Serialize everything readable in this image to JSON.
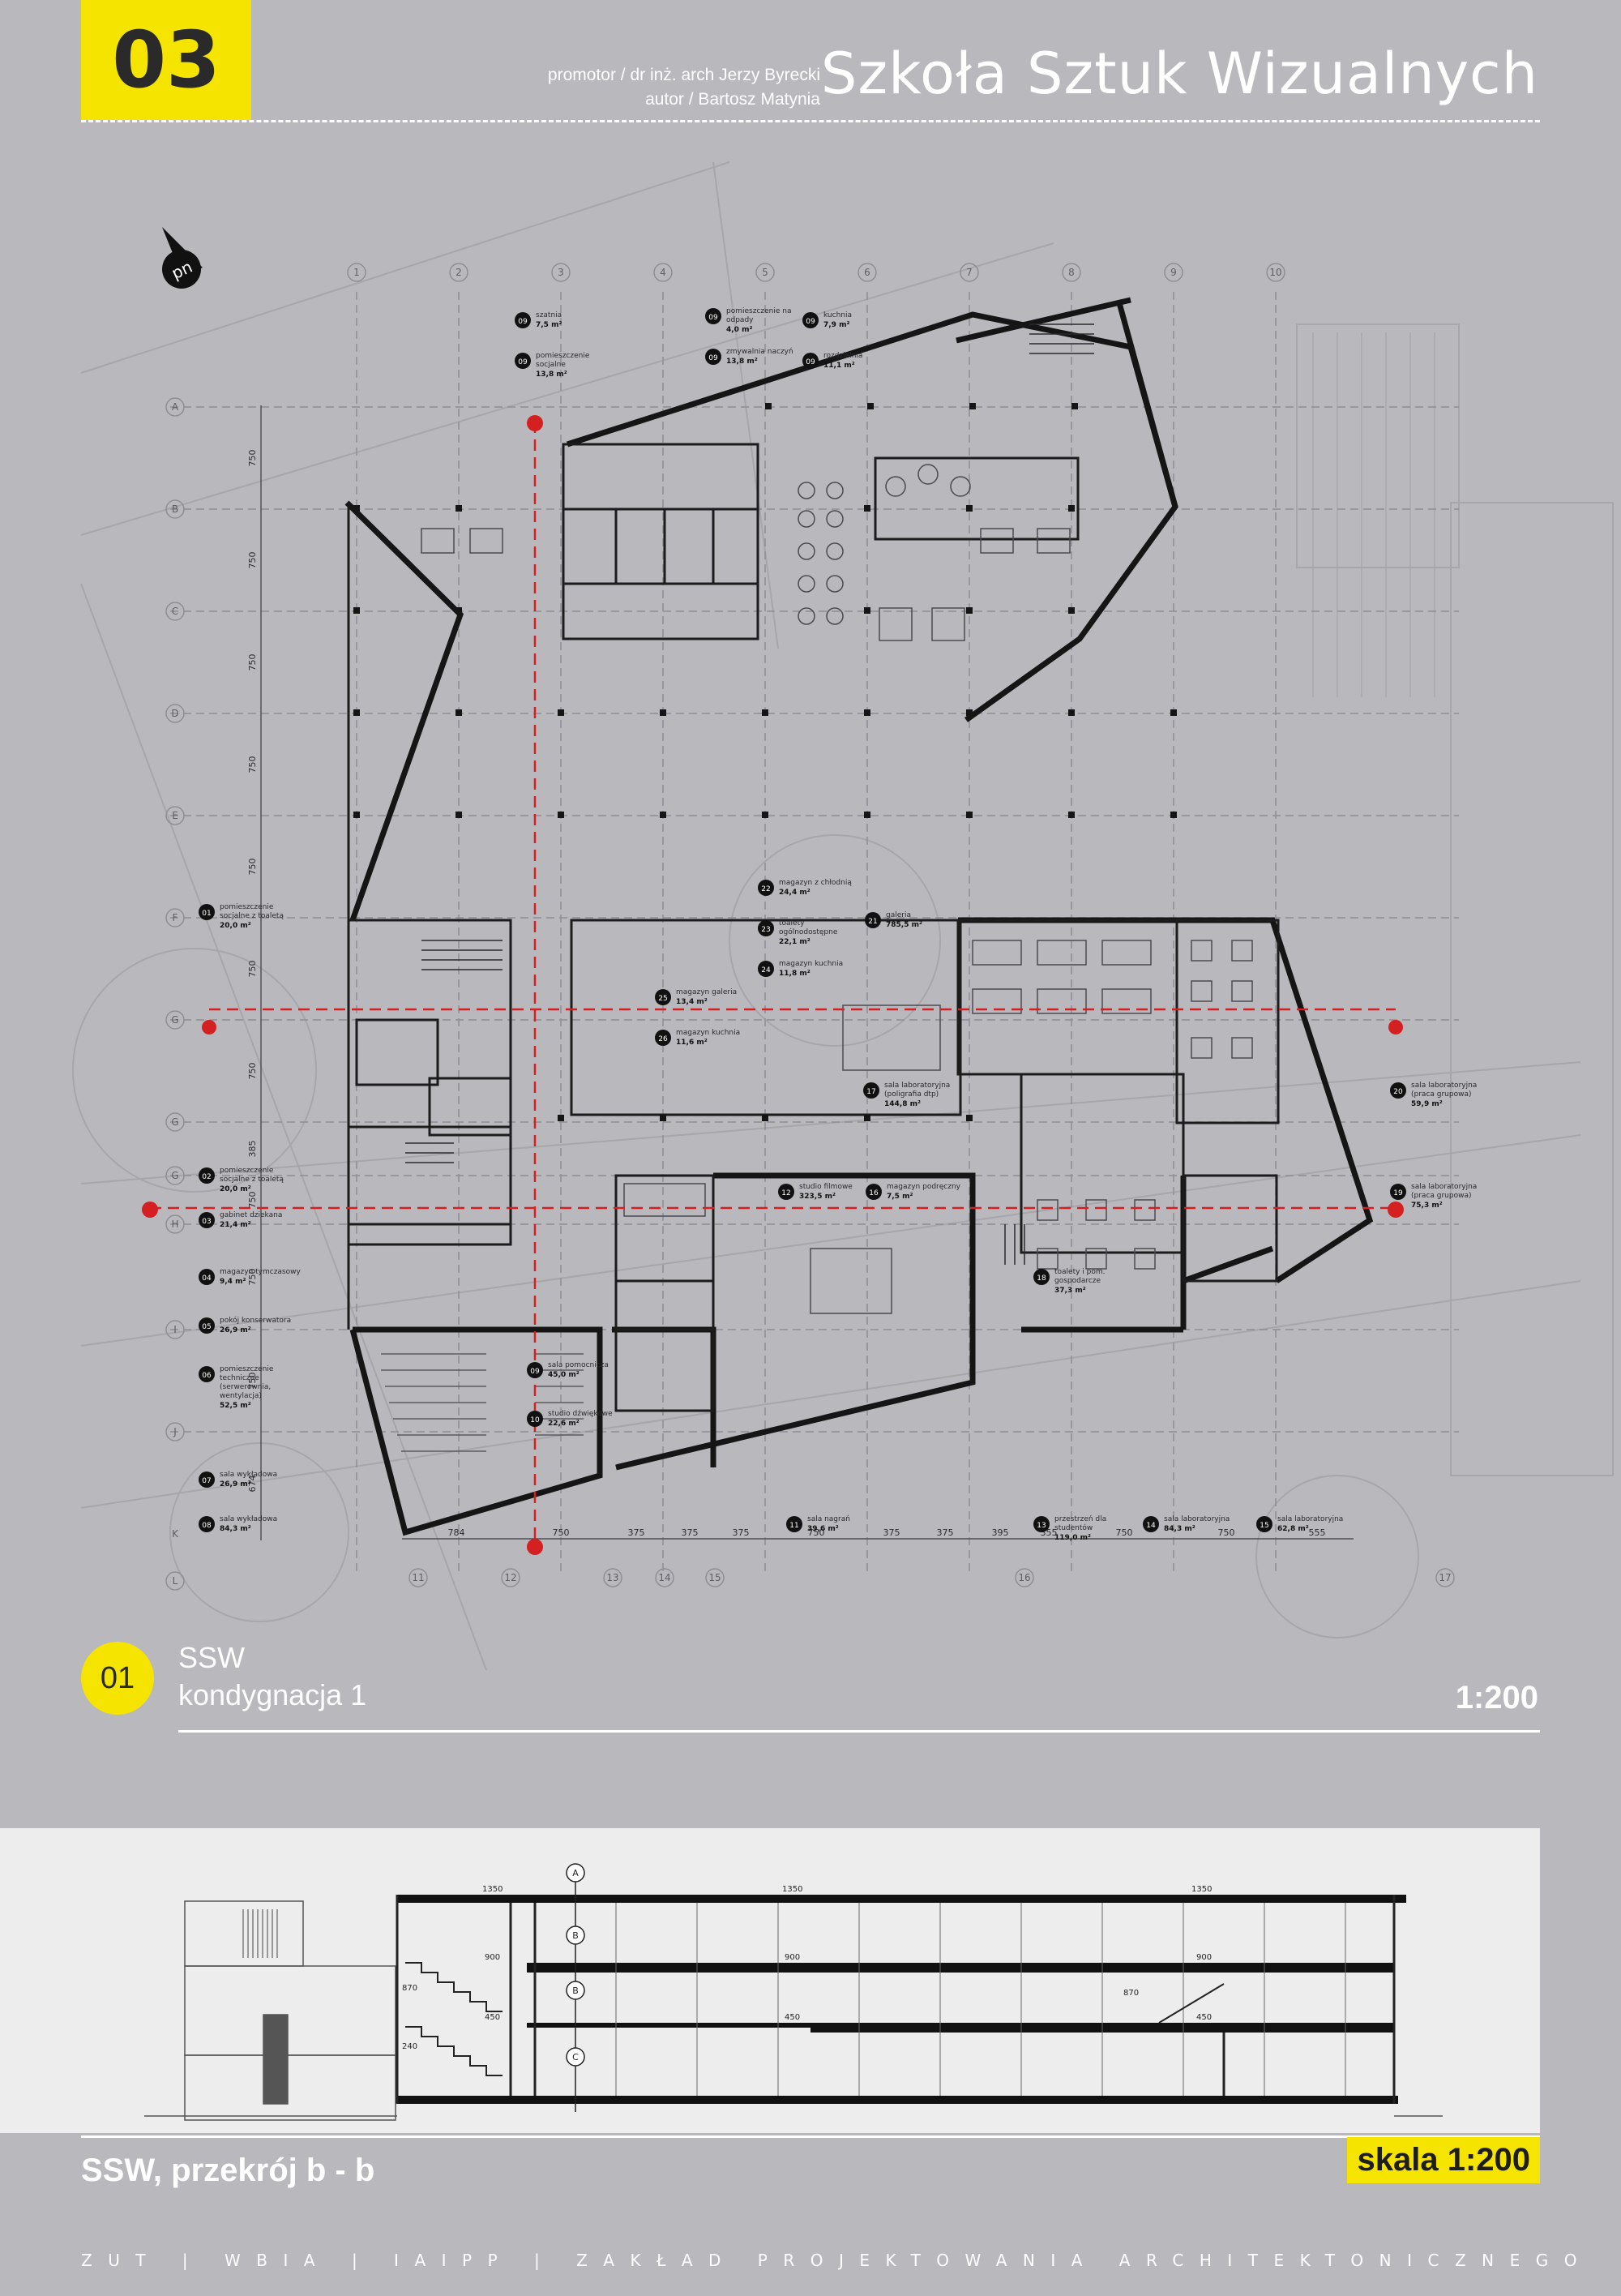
{
  "header": {
    "sheet_number": "03",
    "promotor": "promotor / dr inż. arch Jerzy Byrecki",
    "author": "autor / Bartosz Matynia",
    "title": "Szkoła Sztuk Wizualnych"
  },
  "north_arrow": {
    "label": "pn"
  },
  "grid": {
    "columns_top": [
      "1",
      "2",
      "3",
      "4",
      "5",
      "6",
      "7",
      "8",
      "9",
      "10"
    ],
    "columns_bottom": [
      "11",
      "12",
      "13",
      "14",
      "15",
      "16",
      "17"
    ],
    "rows": [
      "A",
      "B",
      "C",
      "D",
      "E",
      "F",
      "G",
      "G",
      "G",
      "H",
      "I",
      "J",
      "K",
      "L"
    ],
    "dims_vertical": [
      "750",
      "750",
      "750",
      "750",
      "750",
      "750",
      "750",
      "385",
      "750",
      "750",
      "750",
      "674"
    ],
    "dims_bottom": [
      "784",
      "750",
      "375",
      "375",
      "375",
      "750",
      "375",
      "375",
      "395",
      "355",
      "750",
      "750",
      "555"
    ]
  },
  "rooms": [
    {
      "num": "09",
      "name": "szatnia",
      "area": "7,5 m²"
    },
    {
      "num": "09",
      "name": "pomieszczenie socjalne",
      "area": "13,8 m²"
    },
    {
      "num": "09",
      "name": "pomieszczenie na odpady",
      "area": "4,0 m²"
    },
    {
      "num": "09",
      "name": "zmywalnia naczyń",
      "area": "13,8 m²"
    },
    {
      "num": "09",
      "name": "kuchnia",
      "area": "7,9 m²"
    },
    {
      "num": "09",
      "name": "rozdzielnia",
      "area": "11,1 m²"
    },
    {
      "num": "01",
      "name": "pomieszczenie socjalne z toaletą",
      "area": "20,0 m²"
    },
    {
      "num": "22",
      "name": "magazyn z chłodnią",
      "area": "24,4 m²"
    },
    {
      "num": "23",
      "name": "toalety ogólnodostępne",
      "area": "22,1 m²"
    },
    {
      "num": "24",
      "name": "magazyn kuchnia",
      "area": "11,8 m²"
    },
    {
      "num": "21",
      "name": "galeria",
      "area": "785,5 m²"
    },
    {
      "num": "25",
      "name": "magazyn galeria",
      "area": "13,4 m²"
    },
    {
      "num": "26",
      "name": "magazyn kuchnia",
      "area": "11,6 m²"
    },
    {
      "num": "17",
      "name": "sala laboratoryjna (poligrafia dtp)",
      "area": "144,8 m²"
    },
    {
      "num": "20",
      "name": "sala laboratoryjna (praca grupowa)",
      "area": "59,9 m²"
    },
    {
      "num": "19",
      "name": "sala laboratoryjna (praca grupowa)",
      "area": "75,3 m²"
    },
    {
      "num": "02",
      "name": "pomieszczenie socjalne z toaletą",
      "area": "20,0 m²"
    },
    {
      "num": "03",
      "name": "gabinet dziekana",
      "area": "21,4 m²"
    },
    {
      "num": "12",
      "name": "studio filmowe",
      "area": "323,5 m²"
    },
    {
      "num": "16",
      "name": "magazyn podręczny",
      "area": "7,5 m²"
    },
    {
      "num": "04",
      "name": "magazyn tymczasowy",
      "area": "9,4 m²"
    },
    {
      "num": "18",
      "name": "toalety i pom. gospodarcze",
      "area": "37,3 m²"
    },
    {
      "num": "05",
      "name": "pokój konserwatora",
      "area": "26,9 m²"
    },
    {
      "num": "06",
      "name": "pomieszczenie techniczne (serwerownia, wentylacja)",
      "area": "52,5 m²"
    },
    {
      "num": "09",
      "name": "sala pomocnicza",
      "area": "45,0 m²"
    },
    {
      "num": "10",
      "name": "studio dźwiękowe",
      "area": "22,6 m²"
    },
    {
      "num": "07",
      "name": "sala wykładowa",
      "area": "26,9 m²"
    },
    {
      "num": "08",
      "name": "sala wykładowa",
      "area": "84,3 m²"
    },
    {
      "num": "11",
      "name": "sala nagrań",
      "area": "39,6 m²"
    },
    {
      "num": "13",
      "name": "przestrzeń dla studentów",
      "area": "119,0 m²"
    },
    {
      "num": "14",
      "name": "sala laboratoryjna",
      "area": "84,3 m²"
    },
    {
      "num": "15",
      "name": "sala laboratoryjna",
      "area": "62,8 m²"
    }
  ],
  "plan_caption": {
    "number": "01",
    "line1": "SSW",
    "line2": "kondygnacja 1",
    "scale": "1:200"
  },
  "section": {
    "title": "SSW, przekrój b - b",
    "scale": "skala 1:200",
    "level_markers": [
      "A",
      "B",
      "B",
      "C"
    ],
    "dims": [
      "1350",
      "1350",
      "1350",
      "900",
      "900",
      "900",
      "870",
      "450",
      "450",
      "450",
      "240",
      "870"
    ]
  },
  "footer": "ZUT | WBIA | IAIPP | ZAKŁAD PROJEKTOWANIA ARCHITEKTONICZNEGO",
  "colors": {
    "background": "#b9b9bd",
    "accent_yellow": "#f5e400",
    "section_cut_red": "#d42020",
    "line_dark": "#1a1a1a"
  }
}
